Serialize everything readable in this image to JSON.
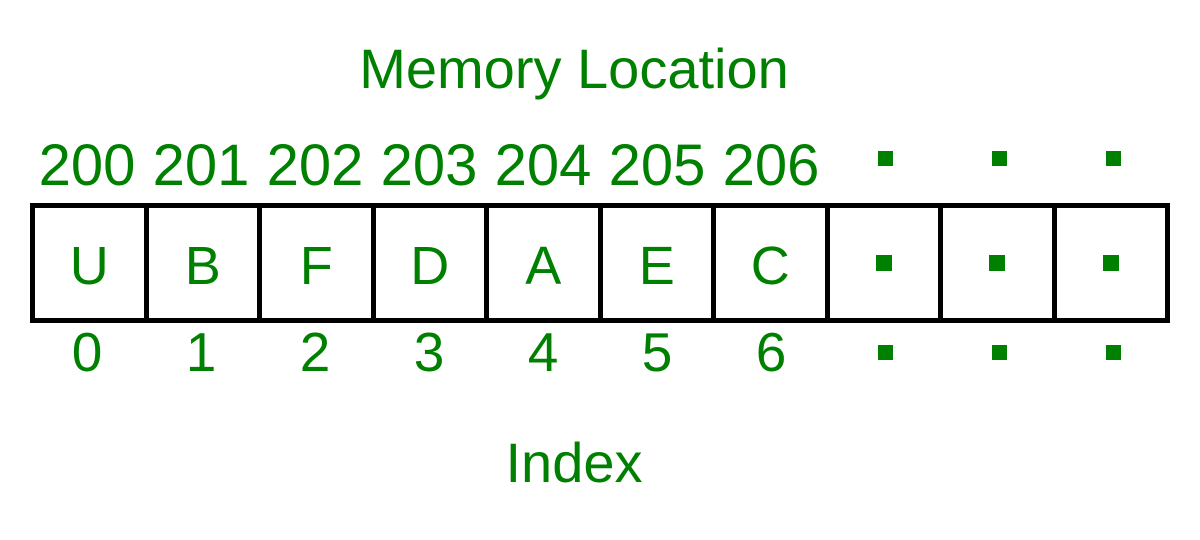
{
  "colors": {
    "accent_green": "#008000",
    "border_black": "#000000",
    "background": "#ffffff"
  },
  "diagram": {
    "title": "Memory Location",
    "index_axis_label": "Index",
    "ellipsis_marker": "green-square-dot",
    "cells": [
      {
        "address": "200",
        "value": "U",
        "index": "0"
      },
      {
        "address": "201",
        "value": "B",
        "index": "1"
      },
      {
        "address": "202",
        "value": "F",
        "index": "2"
      },
      {
        "address": "203",
        "value": "D",
        "index": "3"
      },
      {
        "address": "204",
        "value": "A",
        "index": "4"
      },
      {
        "address": "205",
        "value": "E",
        "index": "5"
      },
      {
        "address": "206",
        "value": "C",
        "index": "6"
      },
      {
        "ellipsis": true
      },
      {
        "ellipsis": true
      },
      {
        "ellipsis": true
      }
    ]
  }
}
